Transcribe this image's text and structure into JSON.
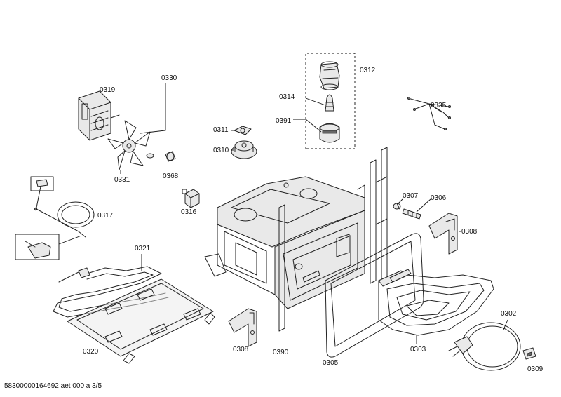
{
  "labels": [
    {
      "id": "0312",
      "text": "0312"
    },
    {
      "id": "0314",
      "text": "0314"
    },
    {
      "id": "0391",
      "text": "0391"
    },
    {
      "id": "0335",
      "text": "0335"
    },
    {
      "id": "0330",
      "text": "0330"
    },
    {
      "id": "0319",
      "text": "0319"
    },
    {
      "id": "0311",
      "text": "0311"
    },
    {
      "id": "0310",
      "text": "0310"
    },
    {
      "id": "0331",
      "text": "0331"
    },
    {
      "id": "0368",
      "text": "0368"
    },
    {
      "id": "0316",
      "text": "0316"
    },
    {
      "id": "0317",
      "text": "0317"
    },
    {
      "id": "0307",
      "text": "0307"
    },
    {
      "id": "0306",
      "text": "0306"
    },
    {
      "id": "0308a",
      "text": "0308"
    },
    {
      "id": "0321",
      "text": "0321"
    },
    {
      "id": "0302",
      "text": "0302"
    },
    {
      "id": "0308b",
      "text": "0308"
    },
    {
      "id": "0390",
      "text": "0390"
    },
    {
      "id": "0305",
      "text": "0305"
    },
    {
      "id": "0303",
      "text": "0303"
    },
    {
      "id": "0320",
      "text": "0320"
    },
    {
      "id": "0309",
      "text": "0309"
    }
  ],
  "footer": {
    "document_id": "58300000164692 aet 000 a 3/5"
  }
}
